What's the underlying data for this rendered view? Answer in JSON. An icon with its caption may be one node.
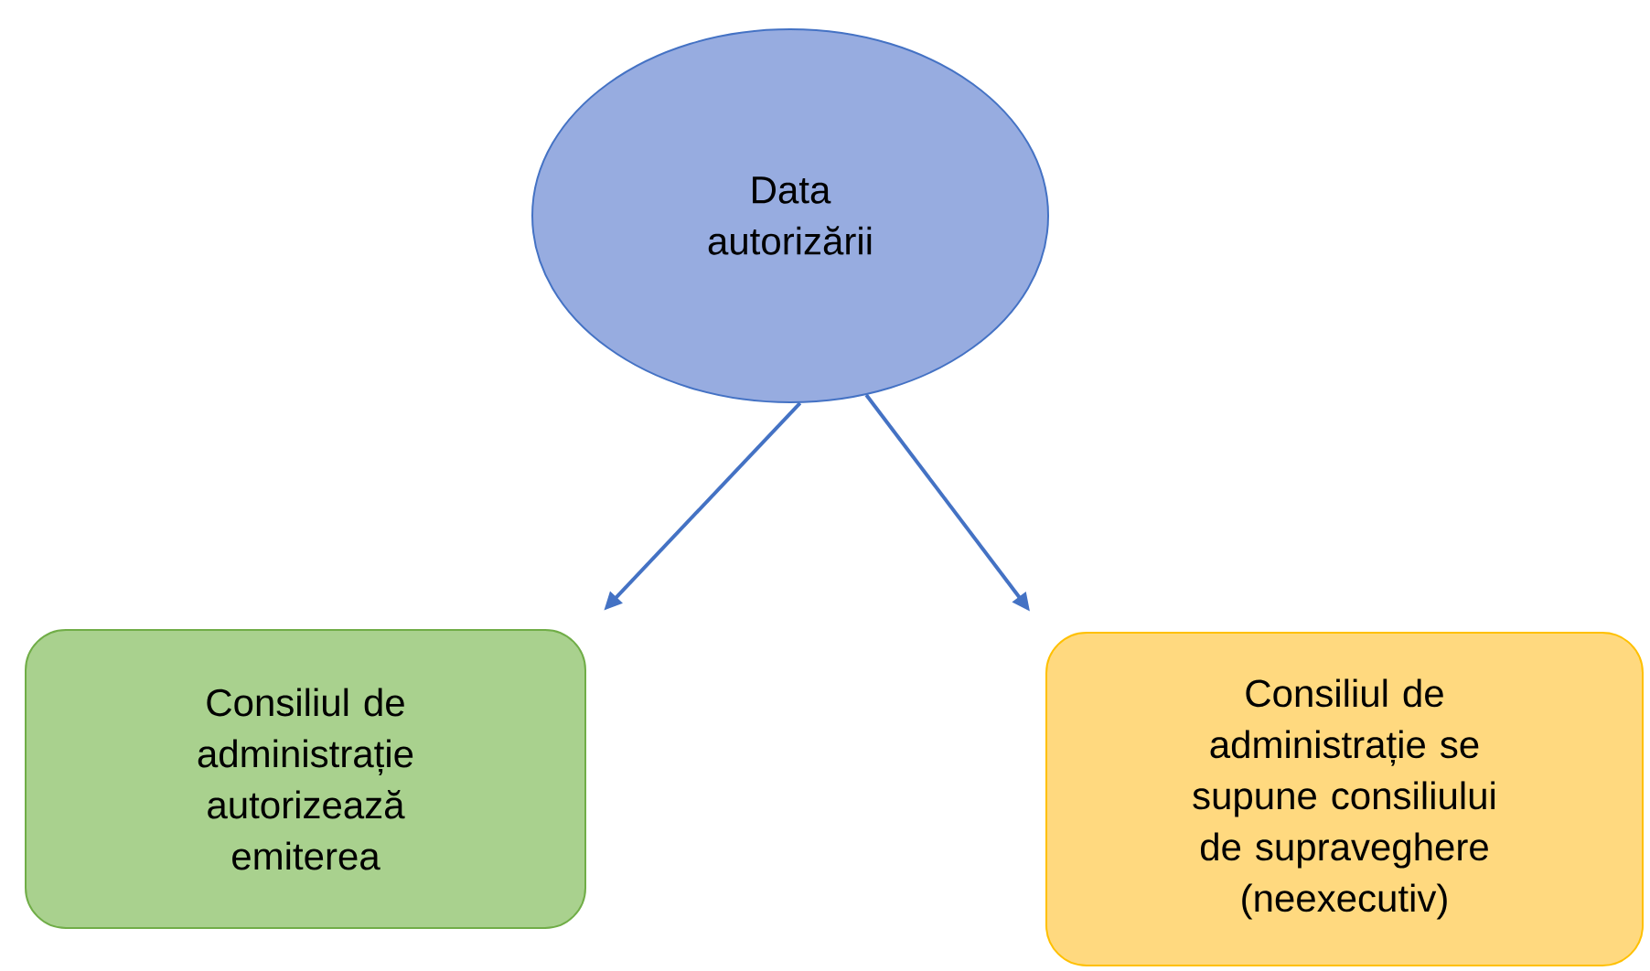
{
  "diagram": {
    "nodes": [
      {
        "text": [
          "Data autorizării"
        ]
      },
      {
        "text": [
          "Consiliul de administrație autorizează emiterea"
        ]
      },
      {
        "text": [
          "Consiliul de administrație se supune consiliului de supraveghere (neexecutiv)"
        ]
      }
    ],
    "edges": [
      {
        "from": 0,
        "to": 1,
        "arrow": "to"
      },
      {
        "from": 0,
        "to": 2,
        "arrow": "to"
      }
    ]
  }
}
